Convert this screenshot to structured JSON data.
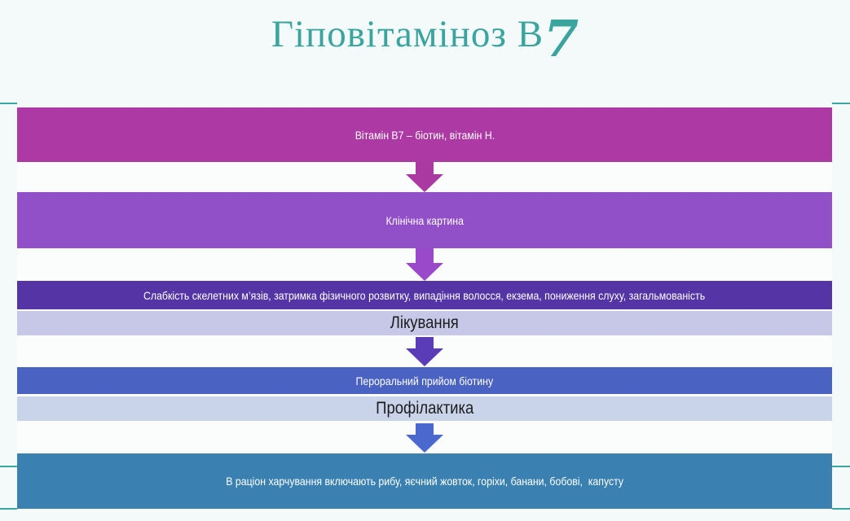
{
  "slide": {
    "background_color": "#F3FAF9",
    "content_background_color": "#FBFDFD",
    "rule_color": "#3BA6A1"
  },
  "title": {
    "text": "Гіповітаміноз В",
    "number": "7",
    "color": "#3BA49F"
  },
  "flow": {
    "bars": [
      {
        "id": "vitamin-definition",
        "label": "Вітамін В7 – біотин, вітамін Н.",
        "bg": "#AD3AA4",
        "fg": "#FFFFFF"
      },
      {
        "id": "clinical-picture",
        "label": "Клінічна картина",
        "bg": "#9150C7",
        "fg": "#FFFFFF"
      },
      {
        "id": "symptoms",
        "label": "Слабкість скелетних м’язів, затримка фізичного розвитку, випадіння волосся, екзема, пониження слуху, загальмованість",
        "bg": "#5535A5",
        "fg": "#FFFFFF"
      },
      {
        "id": "treatment-heading",
        "label": "Лікування",
        "bg": "#C7C8E7",
        "fg": "#1C1C1C"
      },
      {
        "id": "oral-biotin",
        "label": "Пероральний прийом біотину",
        "bg": "#4A63C3",
        "fg": "#FFFFFF"
      },
      {
        "id": "prevention-heading",
        "label": "Профілактика",
        "bg": "#C9D3E9",
        "fg": "#1C1C1C"
      },
      {
        "id": "diet",
        "label": "В раціон харчування включають рибу, яєчний жовток, горіхи, банани, бобові,  капусту",
        "bg": "#3A80B0",
        "fg": "#FFFFFF"
      }
    ],
    "arrows": [
      {
        "id": "arrow-1",
        "color": "#AA39A2"
      },
      {
        "id": "arrow-2",
        "color": "#9A49CA"
      },
      {
        "id": "arrow-3",
        "color": "#5B3CB8"
      },
      {
        "id": "arrow-4",
        "color": "#4A68CE"
      }
    ]
  }
}
